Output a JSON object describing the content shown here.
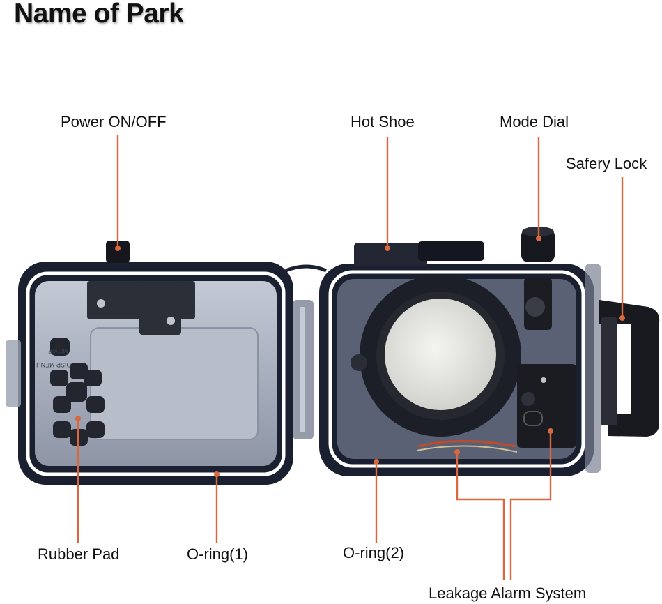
{
  "title": "Name of Park",
  "colors": {
    "leader_line": "#d9683f",
    "housing_frame": "#1b2030",
    "housing_clear": "#a9b0bf",
    "lens_port": "#e6e6e2",
    "gasket": "#ffffff"
  },
  "labels": {
    "power": "Power ON/OFF",
    "hot_shoe": "Hot Shoe",
    "mode_dial": "Mode Dial",
    "safety_lock": "Safery Lock",
    "rubber_pad": "Rubber Pad",
    "oring1": "O-ring(1)",
    "oring2": "O-ring(2)",
    "leakage": "Leakage Alarm System"
  },
  "housing_print": {
    "line1": "MOVIE",
    "line2": "DISP MENU"
  }
}
